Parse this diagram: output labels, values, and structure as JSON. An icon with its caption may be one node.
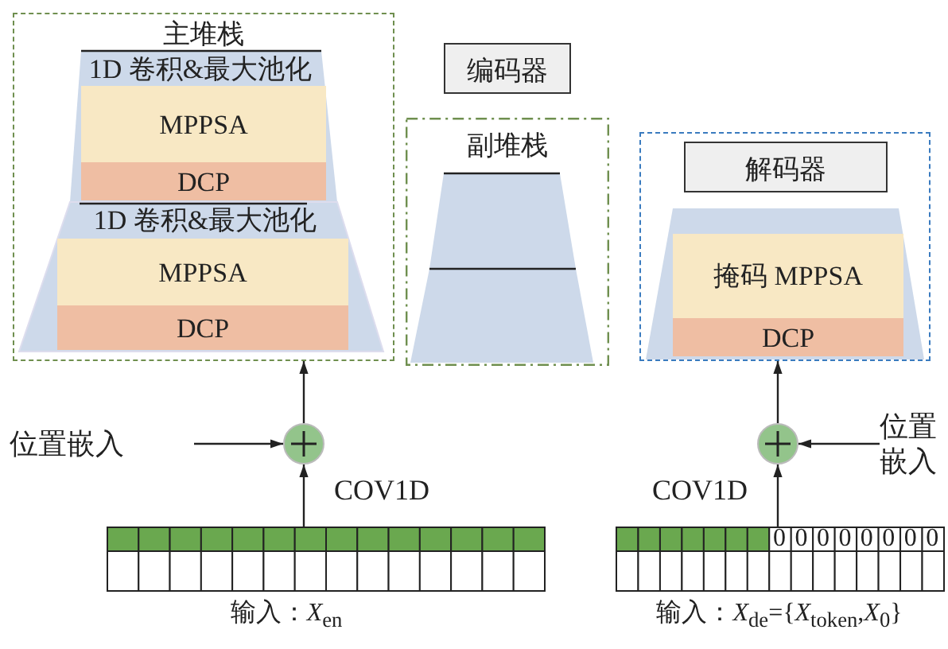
{
  "diagram": {
    "nodes": [
      {
        "text": [
          "主堆栈"
        ]
      },
      {
        "text": [
          "1D 卷积&最大池化"
        ],
        "in": 0
      },
      {
        "text": [
          "MPPSA"
        ],
        "in": 0
      },
      {
        "text": [
          "DCP"
        ],
        "in": 0
      },
      {
        "text": [
          "1D 卷积&最大池化"
        ],
        "in": 0
      },
      {
        "text": [
          "MPPSA"
        ],
        "in": 0
      },
      {
        "text": [
          "DCP"
        ],
        "in": 0
      },
      {
        "text": [
          "编码器"
        ]
      },
      {
        "text": [
          "副堆栈"
        ]
      },
      {
        "text": [],
        "shape": "box"
      },
      {
        "text": [
          "解码器"
        ],
        "in": 9
      },
      {
        "text": [
          "掩码 MPPSA"
        ],
        "in": 9
      },
      {
        "text": [
          "DCP"
        ],
        "in": 9
      },
      {
        "text": [],
        "shape": "circle"
      },
      {
        "text": [],
        "shape": "circle"
      },
      {
        "text": [
          "位置嵌入"
        ]
      },
      {
        "text": [
          "位置嵌入"
        ]
      },
      {
        "text": [],
        "shape": "bar",
        "beside": [
          "输入：*X*$_{en}$"
        ]
      },
      {
        "text": [
          "0",
          "0",
          "0",
          "0",
          "0",
          "0",
          "0",
          "0"
        ],
        "beside": [
          "输入：*X*$_{de}$={*X*$_{token}$,*X*$_{0}$}"
        ]
      }
    ],
    "edges": [
      {
        "from": 17,
        "to": 13,
        "arrow": "to",
        "label": "COV1D"
      },
      {
        "from": 15,
        "to": 13,
        "arrow": "to"
      },
      {
        "from": 13,
        "to": 0,
        "arrow": "to"
      },
      {
        "from": 18,
        "to": 14,
        "arrow": "to",
        "label": "COV1D"
      },
      {
        "from": 16,
        "to": 14,
        "arrow": "to"
      },
      {
        "from": 14,
        "to": 9,
        "arrow": "to"
      }
    ]
  }
}
